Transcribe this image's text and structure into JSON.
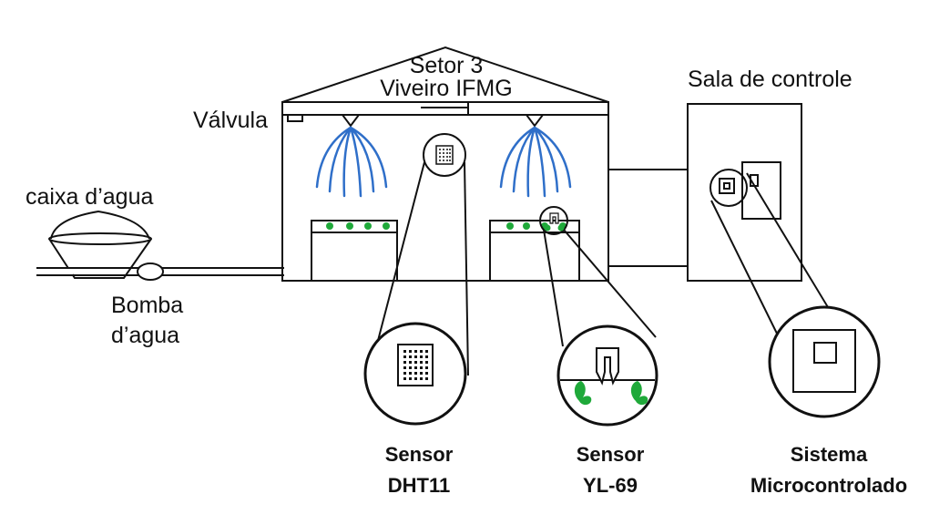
{
  "labels": {
    "setor": "Setor 3",
    "viveiro": "Viveiro IFMG",
    "valvula": "Válvula",
    "caixa": "caixa d’agua",
    "bomba_l1": "Bomba",
    "bomba_l2": "d’agua",
    "sala": "Sala de controle",
    "dht_l1": "Sensor",
    "dht_l2": "DHT11",
    "yl_l1": "Sensor",
    "yl_l2": "YL-69",
    "mc_l1": "Sistema",
    "mc_l2": "Microcontrolado"
  },
  "colors": {
    "line": "#111111",
    "spray": "#2f6fc9",
    "plant": "#1fa93a",
    "background": "#ffffff"
  },
  "icons": {
    "sprinkler": "sprinkler-icon",
    "plant": "plant-icon",
    "sensor_grid": "grid-sensor-icon",
    "probe": "soil-probe-icon",
    "chip": "chip-icon"
  }
}
